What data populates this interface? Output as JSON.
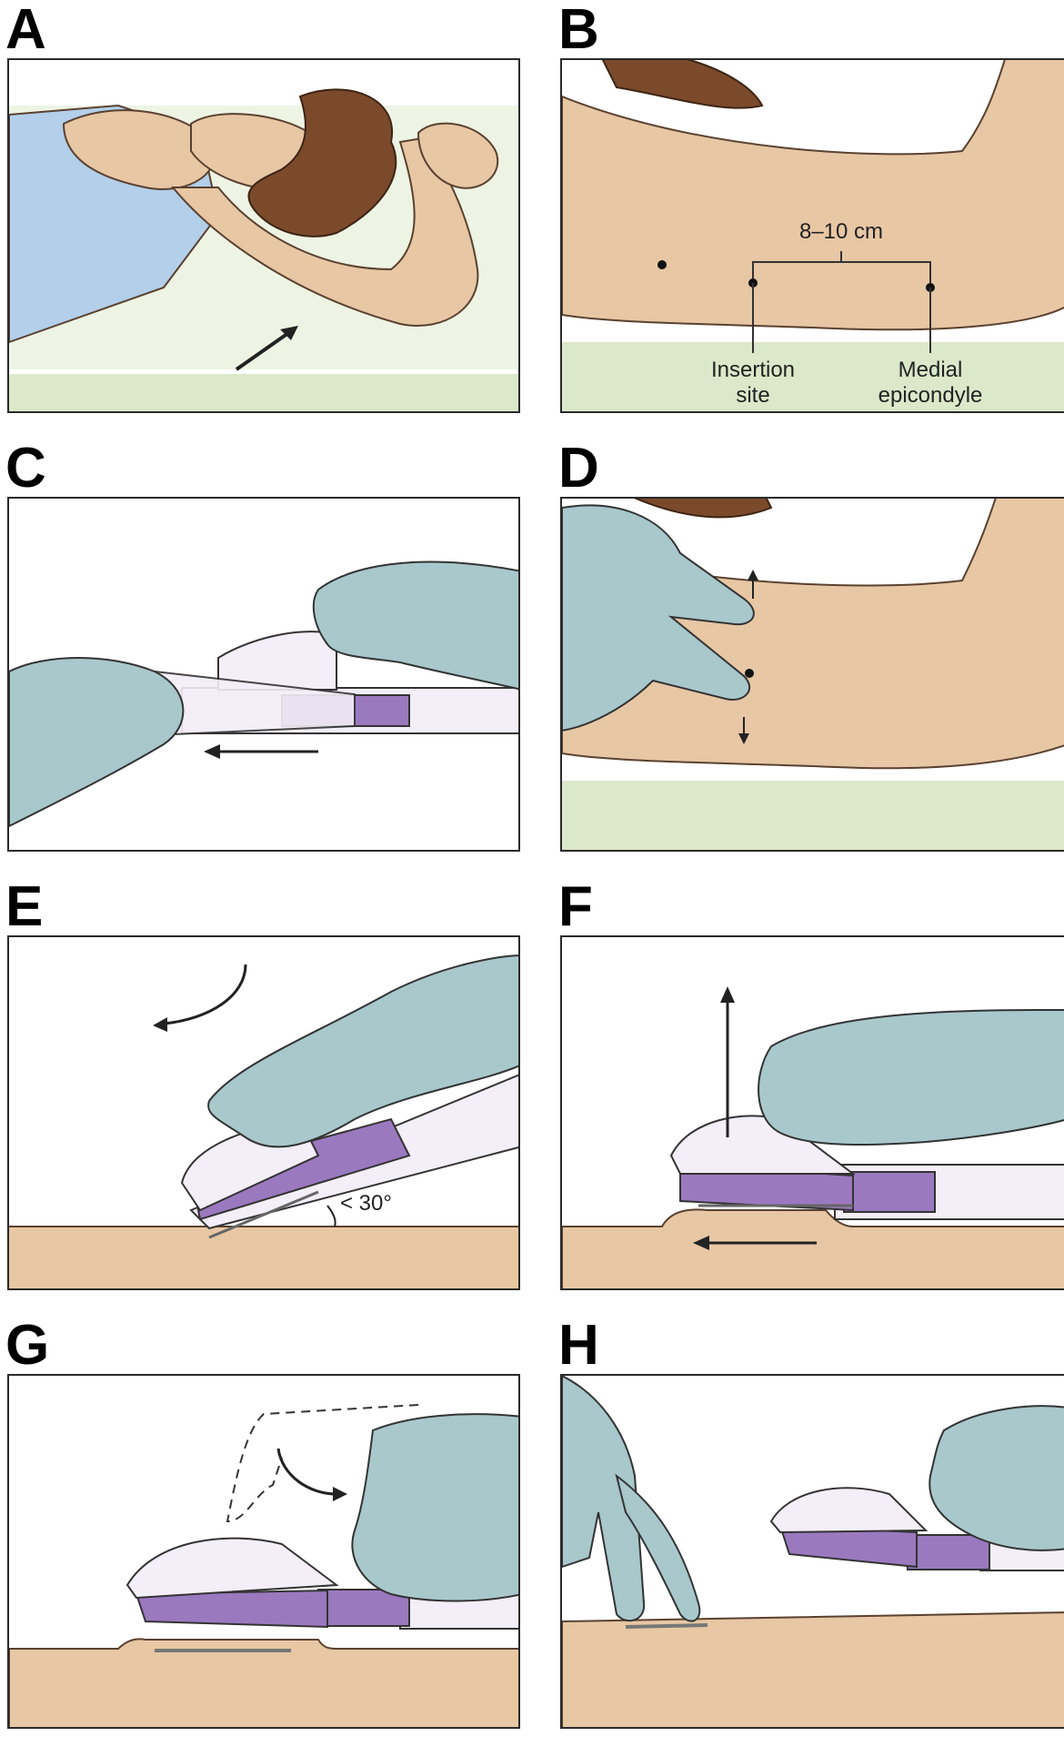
{
  "panels": {
    "a": {
      "label": "A"
    },
    "b": {
      "label": "B",
      "distance": "8–10 cm",
      "insertion_line1": "Insertion",
      "insertion_line2": "site",
      "medial_line1": "Medial",
      "medial_line2": "epicondyle"
    },
    "c": {
      "label": "C"
    },
    "d": {
      "label": "D"
    },
    "e": {
      "label": "E",
      "angle": "< 30°"
    },
    "f": {
      "label": "F"
    },
    "g": {
      "label": "G"
    },
    "h": {
      "label": "H"
    }
  },
  "colors": {
    "skin": "#e7c7a4",
    "skin_outline": "#5a4130",
    "hair": "#7b4a2b",
    "glove": "#a8c8cc",
    "gown": "#b3cfe9",
    "bed": "#dbe8c9",
    "applicator_purple": "#9b79bf",
    "applicator_white": "#f3eef7"
  }
}
